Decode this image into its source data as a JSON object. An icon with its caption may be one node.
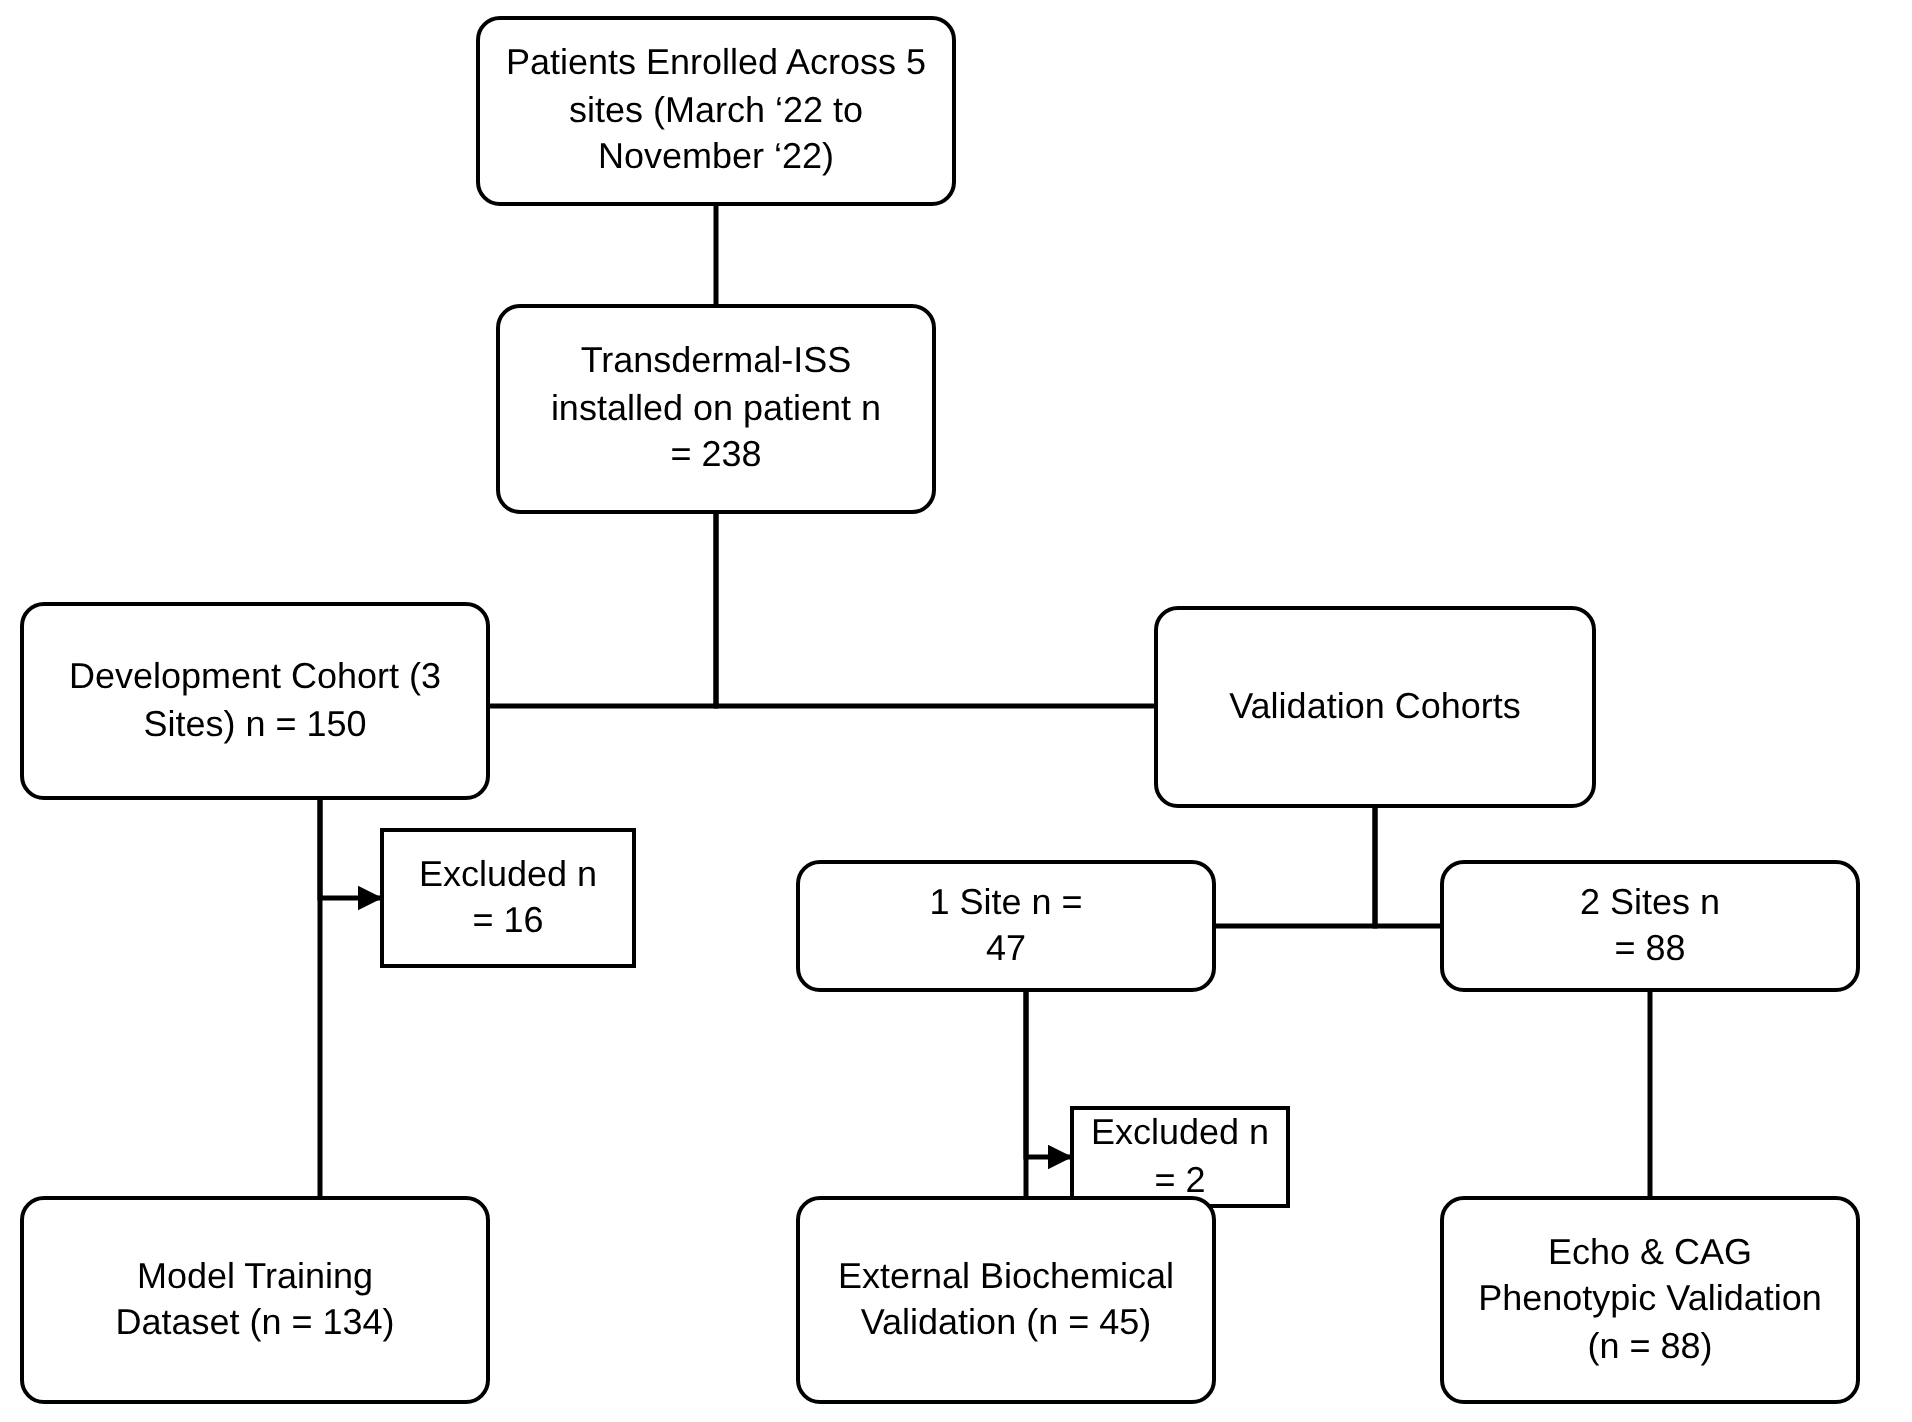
{
  "diagram": {
    "nodes": [
      {
        "text": [
          "Patients Enrolled Across 5 sites (March ‘22 to November ‘22)"
        ]
      },
      {
        "text": [
          "Transdermal-ISS installed on patient n = 238"
        ]
      },
      {
        "text": [
          "Development Cohort (3 Sites) n = 150"
        ]
      },
      {
        "text": [
          "Validation Cohorts"
        ]
      },
      {
        "text": [
          "1 Site n = 47"
        ]
      },
      {
        "text": [
          "2 Sites n = 88"
        ]
      },
      {
        "text": [
          "Excluded n = 16"
        ]
      },
      {
        "text": [
          "Excluded n = 2"
        ]
      },
      {
        "text": [
          "Model Training Dataset (n = 134)"
        ]
      },
      {
        "text": [
          "External Biochemical Validation (n = 45)"
        ]
      },
      {
        "text": [
          "Echo & CAG Phenotypic Validation (n = 88)"
        ]
      }
    ],
    "edges": [
      {
        "from": 0,
        "to": 1,
        "arrow": "none"
      },
      {
        "from": 1,
        "to": 2,
        "arrow": "none"
      },
      {
        "from": 1,
        "to": 3,
        "arrow": "none"
      },
      {
        "from": 3,
        "to": 4,
        "arrow": "none"
      },
      {
        "from": 3,
        "to": 5,
        "arrow": "none"
      },
      {
        "from": 2,
        "to": 8,
        "arrow": "none"
      },
      {
        "from": 2,
        "to": 6,
        "arrow": "to"
      },
      {
        "from": 4,
        "to": 9,
        "arrow": "none"
      },
      {
        "from": 4,
        "to": 7,
        "arrow": "to"
      },
      {
        "from": 5,
        "to": 10,
        "arrow": "none"
      }
    ]
  }
}
